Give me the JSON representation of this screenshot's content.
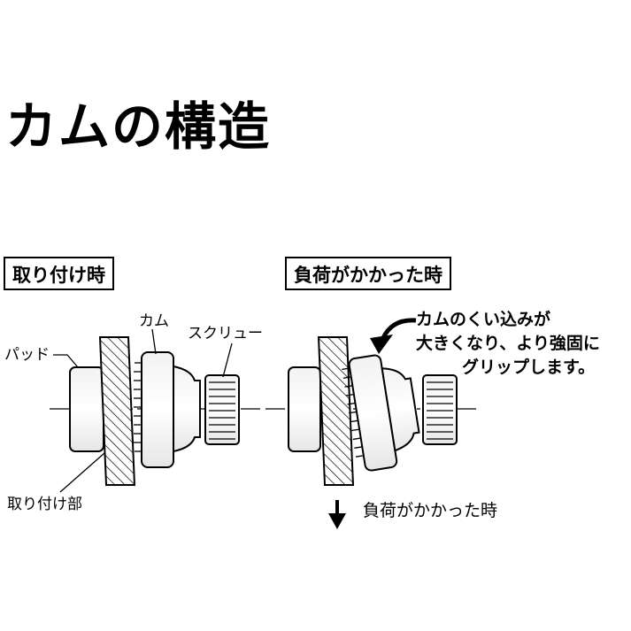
{
  "title": "カムの構造",
  "left_panel": {
    "header": "取り付け時",
    "labels": {
      "pad": "パッド",
      "cam": "カム",
      "screw": "スクリュー",
      "mount": "取り付け部"
    }
  },
  "right_panel": {
    "header": "負荷がかかった時",
    "note_lines": [
      "カムのくい込みが",
      "大きくなり、より強固に",
      "グリップします。"
    ],
    "load_label": "負荷がかかった時"
  }
}
